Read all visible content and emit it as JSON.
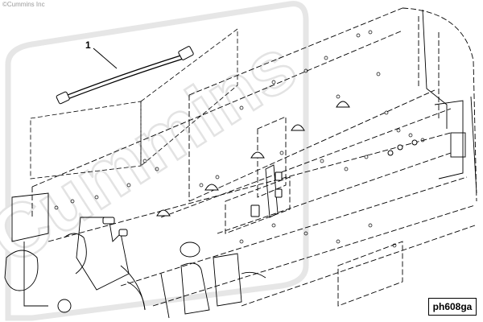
{
  "copyright": "©Cummins Inc",
  "watermark": "Cummins",
  "callout": {
    "number": "1"
  },
  "figure_id": "ph608ga"
}
